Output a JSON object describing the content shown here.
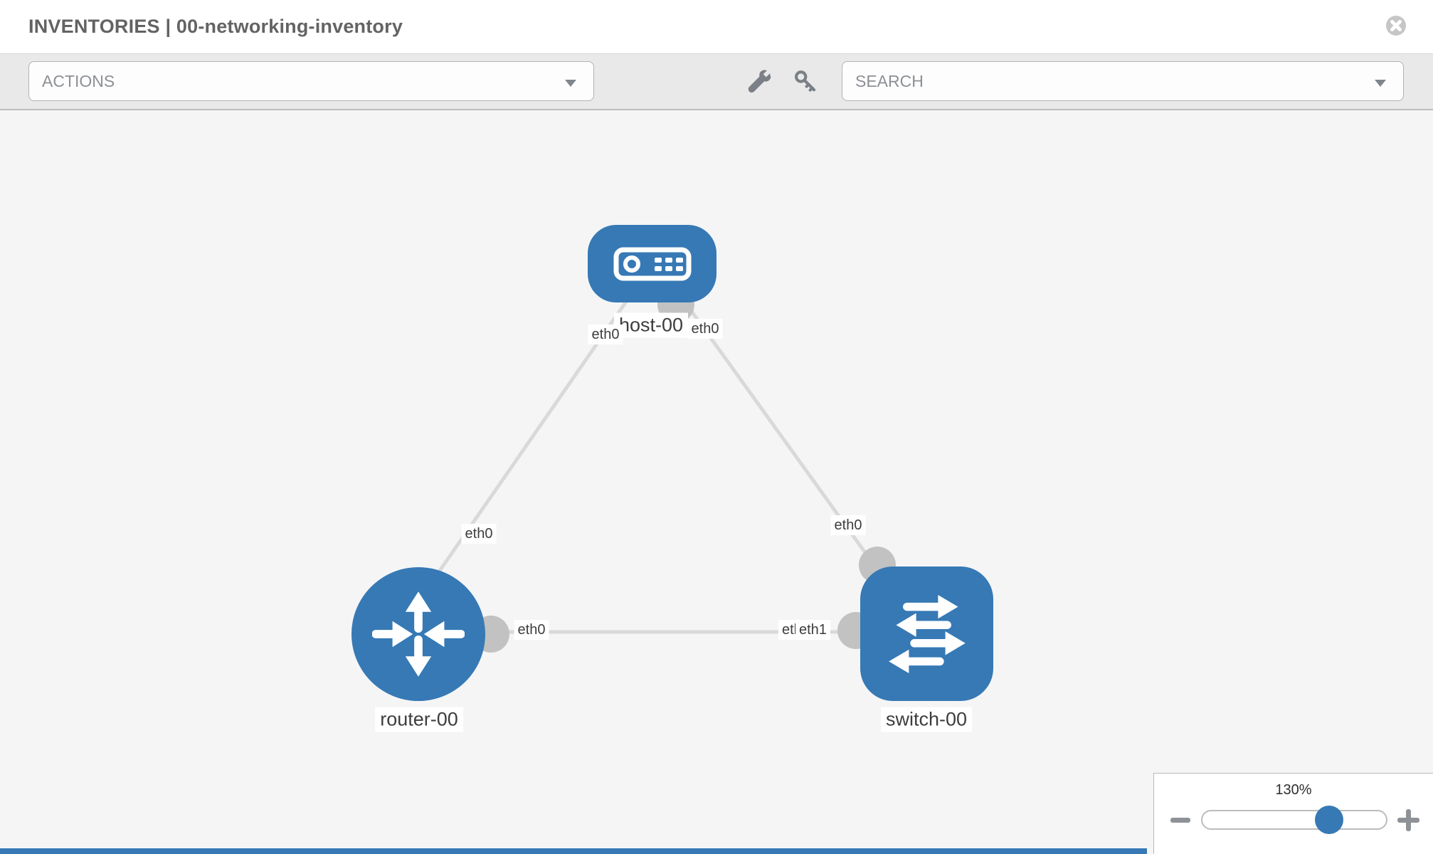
{
  "header": {
    "title": "INVENTORIES | 00-networking-inventory"
  },
  "toolbar": {
    "actions": {
      "placeholder": "ACTIONS"
    },
    "search": {
      "placeholder": "SEARCH"
    },
    "icons": [
      {
        "name": "wrench-icon"
      },
      {
        "name": "key-icon"
      }
    ]
  },
  "topology": {
    "nodes": [
      {
        "id": "host-00",
        "type": "host",
        "label": "host-00"
      },
      {
        "id": "router-00",
        "type": "router",
        "label": "router-00"
      },
      {
        "id": "switch-00",
        "type": "switch",
        "label": "switch-00"
      }
    ],
    "links": [
      {
        "from": "host-00",
        "to": "router-00",
        "from_iface": "eth0",
        "to_iface": "eth0"
      },
      {
        "from": "host-00",
        "to": "switch-00",
        "from_iface": "eth0",
        "to_iface": "eth0"
      },
      {
        "from": "router-00",
        "to": "switch-00",
        "from_iface": "eth0",
        "to_iface": "eth1"
      }
    ],
    "interface_labels": {
      "host_left": "eth0",
      "host_right": "eth0",
      "link_host_router_mid": "eth0",
      "link_host_switch_mid": "eth0",
      "link_router_switch_left": "eth0",
      "link_router_switch_right_back": "eth0",
      "link_router_switch_right_front": "eth1"
    }
  },
  "zoom_control": {
    "value": "130%",
    "percent": 130
  },
  "colors": {
    "node_blue": "#3679b5",
    "link_gray": "#d9d9d9",
    "connector_gray": "#c2c2c2",
    "toolbar_gray": "#e9e9e9",
    "canvas_gray": "#f5f5f6",
    "title_gray": "#636363"
  }
}
